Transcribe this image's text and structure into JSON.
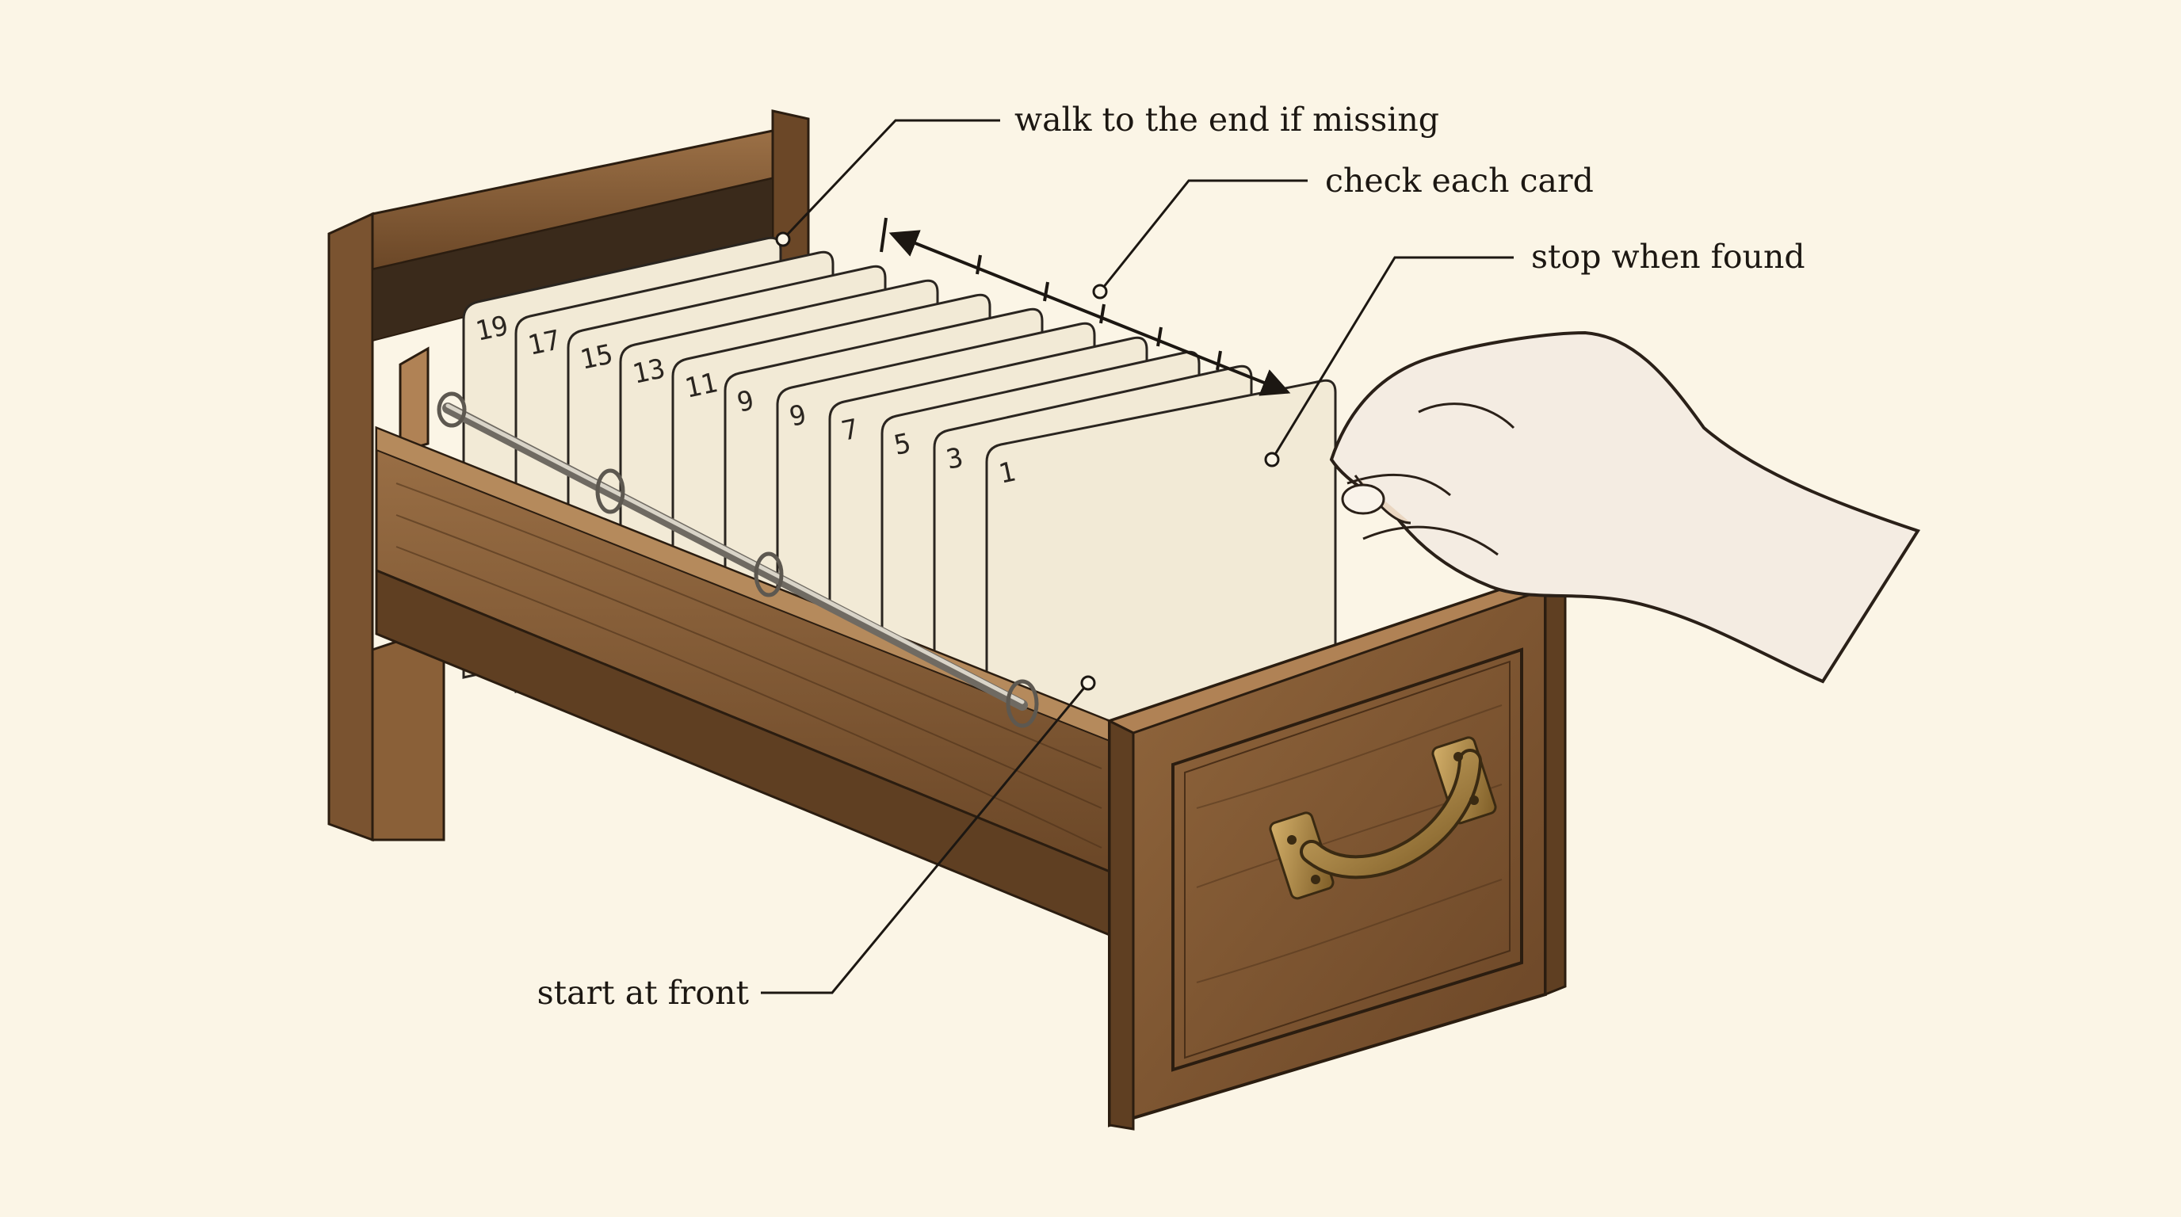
{
  "annotations": {
    "walk": "walk to the end if missing",
    "check": "check each card",
    "stop": "stop when found",
    "start": "start at front"
  },
  "cards": [
    "19",
    "17",
    "15",
    "13",
    "11",
    "9",
    "9",
    "7",
    "5",
    "3",
    "1"
  ],
  "colors": {
    "background": "#fbf5e6",
    "wood_dark": "#5b3c20",
    "wood_mid": "#8a5f36",
    "wood_light": "#b08255",
    "card": "#f2ead6",
    "ink": "#1c1712",
    "brass": "#9c7a3e"
  }
}
